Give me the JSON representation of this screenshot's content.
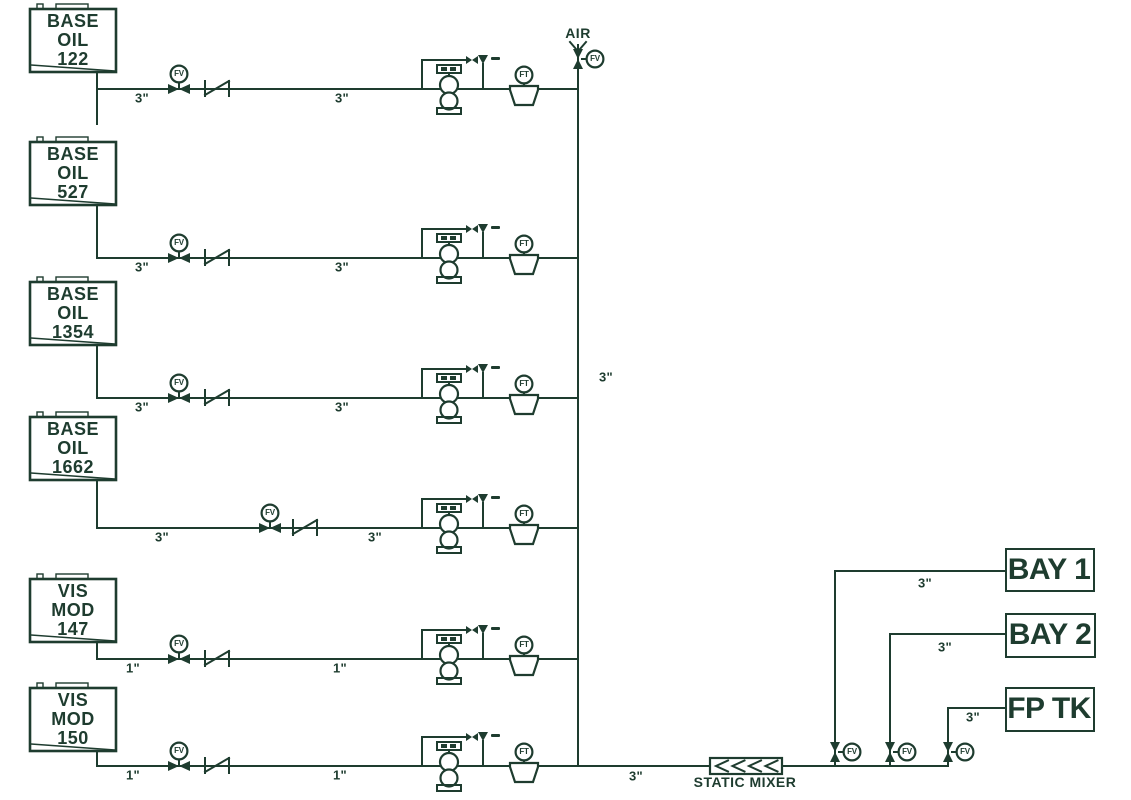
{
  "diagram": {
    "ink_color": "#1e3c2f",
    "air_inlet": {
      "label": "AIR",
      "valve_tag": "FV"
    },
    "header": {
      "line_size": "3\""
    },
    "main_line": {
      "line_size": "3\""
    },
    "mixer": {
      "label": "STATIC MIXER"
    },
    "instrument_tags": {
      "flow_valve": "FV",
      "flow_transmitter": "FT"
    },
    "sources": [
      {
        "label": "BASE\nOIL\n122",
        "size_left": "3\"",
        "size_right": "3\""
      },
      {
        "label": "BASE\nOIL\n527",
        "size_left": "3\"",
        "size_right": "3\""
      },
      {
        "label": "BASE\nOIL\n1354",
        "size_left": "3\"",
        "size_right": "3\""
      },
      {
        "label": "BASE\nOIL\n1662",
        "size_left": "3\"",
        "size_right": "3\""
      },
      {
        "label": "VIS\nMOD\n147",
        "size_left": "1\"",
        "size_right": "1\""
      },
      {
        "label": "VIS\nMOD\n150",
        "size_left": "1\"",
        "size_right": "1\""
      }
    ],
    "destinations": [
      {
        "label": "BAY 1",
        "line_size": "3\""
      },
      {
        "label": "BAY 2",
        "line_size": "3\""
      },
      {
        "label": "FP TK",
        "line_size": "3\""
      }
    ]
  }
}
